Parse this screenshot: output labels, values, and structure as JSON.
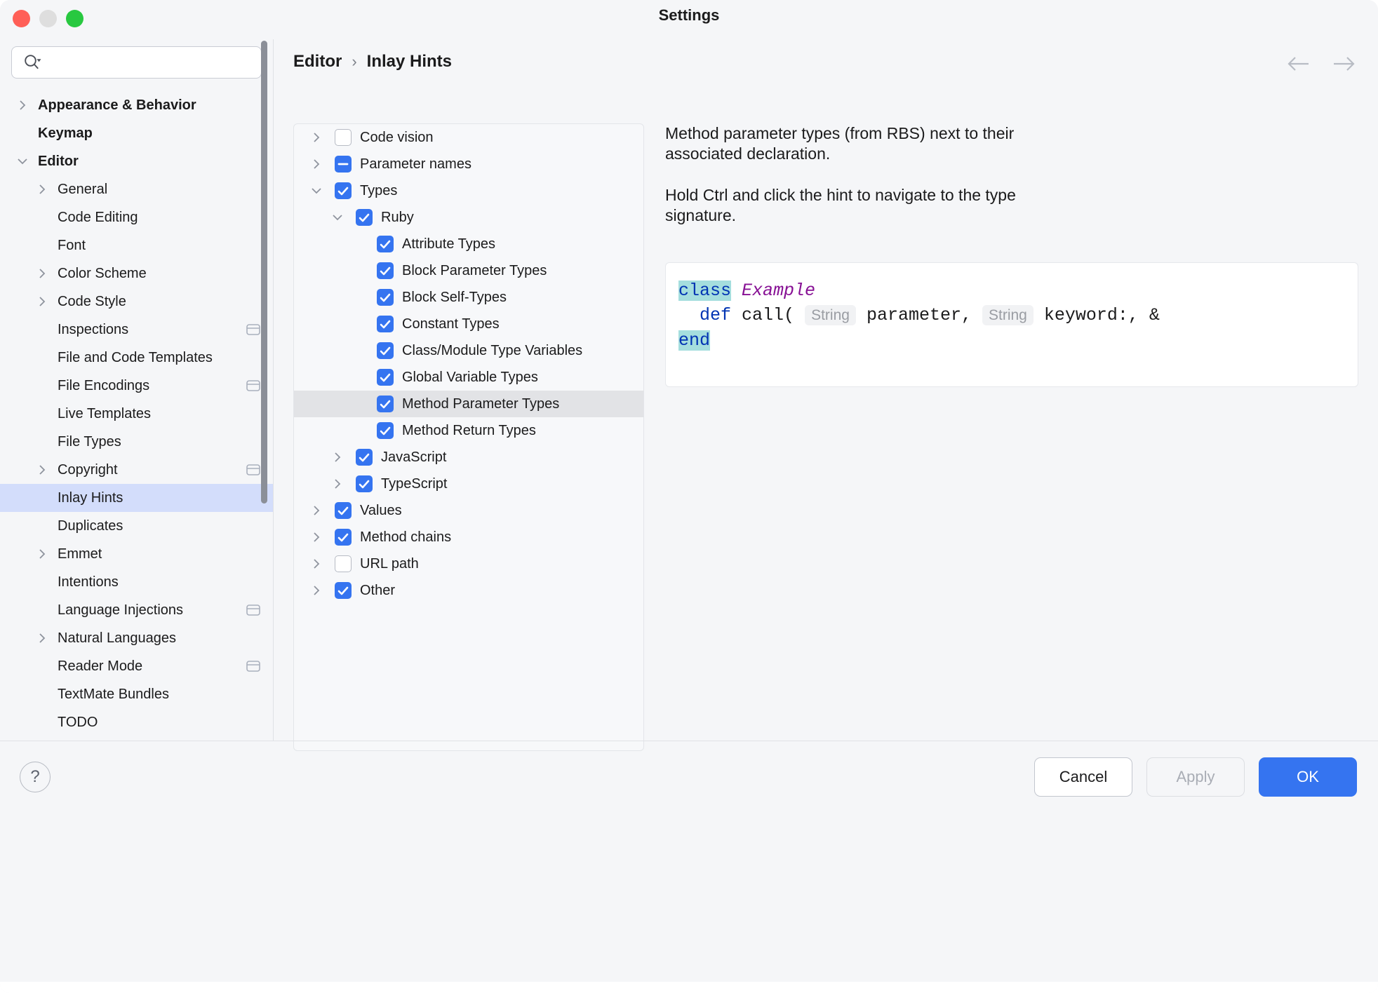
{
  "window": {
    "title": "Settings",
    "traffic_lights": [
      "close-red",
      "minimize-yellow",
      "maximize-green"
    ]
  },
  "search": {
    "value": "",
    "placeholder": "",
    "icon": "search-icon"
  },
  "sidebar": {
    "items": [
      {
        "label": "Appearance & Behavior",
        "depth": 0,
        "chevron": "right",
        "bold": true,
        "selected": false,
        "icon": ""
      },
      {
        "label": "Keymap",
        "depth": 0,
        "chevron": "",
        "bold": true,
        "selected": false,
        "icon": ""
      },
      {
        "label": "Editor",
        "depth": 0,
        "chevron": "down",
        "bold": true,
        "selected": false,
        "icon": ""
      },
      {
        "label": "General",
        "depth": 1,
        "chevron": "right",
        "bold": false,
        "selected": false,
        "icon": ""
      },
      {
        "label": "Code Editing",
        "depth": 1,
        "chevron": "",
        "bold": false,
        "selected": false,
        "icon": ""
      },
      {
        "label": "Font",
        "depth": 1,
        "chevron": "",
        "bold": false,
        "selected": false,
        "icon": ""
      },
      {
        "label": "Color Scheme",
        "depth": 1,
        "chevron": "right",
        "bold": false,
        "selected": false,
        "icon": ""
      },
      {
        "label": "Code Style",
        "depth": 1,
        "chevron": "right",
        "bold": false,
        "selected": false,
        "icon": ""
      },
      {
        "label": "Inspections",
        "depth": 1,
        "chevron": "",
        "bold": false,
        "selected": false,
        "icon": "scope-icon"
      },
      {
        "label": "File and Code Templates",
        "depth": 1,
        "chevron": "",
        "bold": false,
        "selected": false,
        "icon": ""
      },
      {
        "label": "File Encodings",
        "depth": 1,
        "chevron": "",
        "bold": false,
        "selected": false,
        "icon": "scope-icon"
      },
      {
        "label": "Live Templates",
        "depth": 1,
        "chevron": "",
        "bold": false,
        "selected": false,
        "icon": ""
      },
      {
        "label": "File Types",
        "depth": 1,
        "chevron": "",
        "bold": false,
        "selected": false,
        "icon": ""
      },
      {
        "label": "Copyright",
        "depth": 1,
        "chevron": "right",
        "bold": false,
        "selected": false,
        "icon": "scope-icon"
      },
      {
        "label": "Inlay Hints",
        "depth": 1,
        "chevron": "",
        "bold": false,
        "selected": true,
        "icon": ""
      },
      {
        "label": "Duplicates",
        "depth": 1,
        "chevron": "",
        "bold": false,
        "selected": false,
        "icon": ""
      },
      {
        "label": "Emmet",
        "depth": 1,
        "chevron": "right",
        "bold": false,
        "selected": false,
        "icon": ""
      },
      {
        "label": "Intentions",
        "depth": 1,
        "chevron": "",
        "bold": false,
        "selected": false,
        "icon": ""
      },
      {
        "label": "Language Injections",
        "depth": 1,
        "chevron": "",
        "bold": false,
        "selected": false,
        "icon": "scope-icon"
      },
      {
        "label": "Natural Languages",
        "depth": 1,
        "chevron": "right",
        "bold": false,
        "selected": false,
        "icon": ""
      },
      {
        "label": "Reader Mode",
        "depth": 1,
        "chevron": "",
        "bold": false,
        "selected": false,
        "icon": "scope-icon"
      },
      {
        "label": "TextMate Bundles",
        "depth": 1,
        "chevron": "",
        "bold": false,
        "selected": false,
        "icon": ""
      },
      {
        "label": "TODO",
        "depth": 1,
        "chevron": "",
        "bold": false,
        "selected": false,
        "icon": ""
      }
    ]
  },
  "breadcrumb": {
    "parts": [
      "Editor",
      "Inlay Hints"
    ],
    "separator": "›"
  },
  "nav": {
    "back": "←",
    "forward": "→"
  },
  "hint_tree": [
    {
      "label": "Code vision",
      "depth": 0,
      "chevron": "right",
      "check": "off",
      "selected": false
    },
    {
      "label": "Parameter names",
      "depth": 0,
      "chevron": "right",
      "check": "mixed",
      "selected": false
    },
    {
      "label": "Types",
      "depth": 0,
      "chevron": "down",
      "check": "on",
      "selected": false
    },
    {
      "label": "Ruby",
      "depth": 1,
      "chevron": "down",
      "check": "on",
      "selected": false
    },
    {
      "label": "Attribute Types",
      "depth": 2,
      "chevron": "",
      "check": "on",
      "selected": false
    },
    {
      "label": "Block Parameter Types",
      "depth": 2,
      "chevron": "",
      "check": "on",
      "selected": false
    },
    {
      "label": "Block Self-Types",
      "depth": 2,
      "chevron": "",
      "check": "on",
      "selected": false
    },
    {
      "label": "Constant Types",
      "depth": 2,
      "chevron": "",
      "check": "on",
      "selected": false
    },
    {
      "label": "Class/Module Type Variables",
      "depth": 2,
      "chevron": "",
      "check": "on",
      "selected": false
    },
    {
      "label": "Global Variable Types",
      "depth": 2,
      "chevron": "",
      "check": "on",
      "selected": false
    },
    {
      "label": "Method Parameter Types",
      "depth": 2,
      "chevron": "",
      "check": "on",
      "selected": true
    },
    {
      "label": "Method Return Types",
      "depth": 2,
      "chevron": "",
      "check": "on",
      "selected": false
    },
    {
      "label": "JavaScript",
      "depth": 1,
      "chevron": "right",
      "check": "on",
      "selected": false
    },
    {
      "label": "TypeScript",
      "depth": 1,
      "chevron": "right",
      "check": "on",
      "selected": false
    },
    {
      "label": "Values",
      "depth": 0,
      "chevron": "right",
      "check": "on",
      "selected": false
    },
    {
      "label": "Method chains",
      "depth": 0,
      "chevron": "right",
      "check": "on",
      "selected": false
    },
    {
      "label": "URL path",
      "depth": 0,
      "chevron": "right",
      "check": "off",
      "selected": false
    },
    {
      "label": "Other",
      "depth": 0,
      "chevron": "right",
      "check": "on",
      "selected": false
    }
  ],
  "description": {
    "paragraph1": "Method parameter types (from RBS) next to their associated declaration.",
    "paragraph2": "Hold Ctrl and click the hint to navigate to the type signature."
  },
  "code_preview": {
    "line1_kw": "class",
    "line1_cls": "Example",
    "line2_indent": "  ",
    "line2_kw": "def",
    "line2_a": " call(",
    "line2_hint1": "String",
    "line2_b": "parameter,",
    "line2_hint2": "String",
    "line2_c": "keyword:, &",
    "line3_kw": "end"
  },
  "footer": {
    "help": "?",
    "cancel_label": "Cancel",
    "apply_label": "Apply",
    "ok_label": "OK"
  },
  "colors": {
    "accent": "#3574f0",
    "selection": "#d3ddfb",
    "row_selection": "#e2e3e6",
    "keyword": "#0033b3",
    "class_name": "#871094",
    "keyword_highlight": "#a5dede",
    "inlay_bg": "#f1f2f4"
  }
}
